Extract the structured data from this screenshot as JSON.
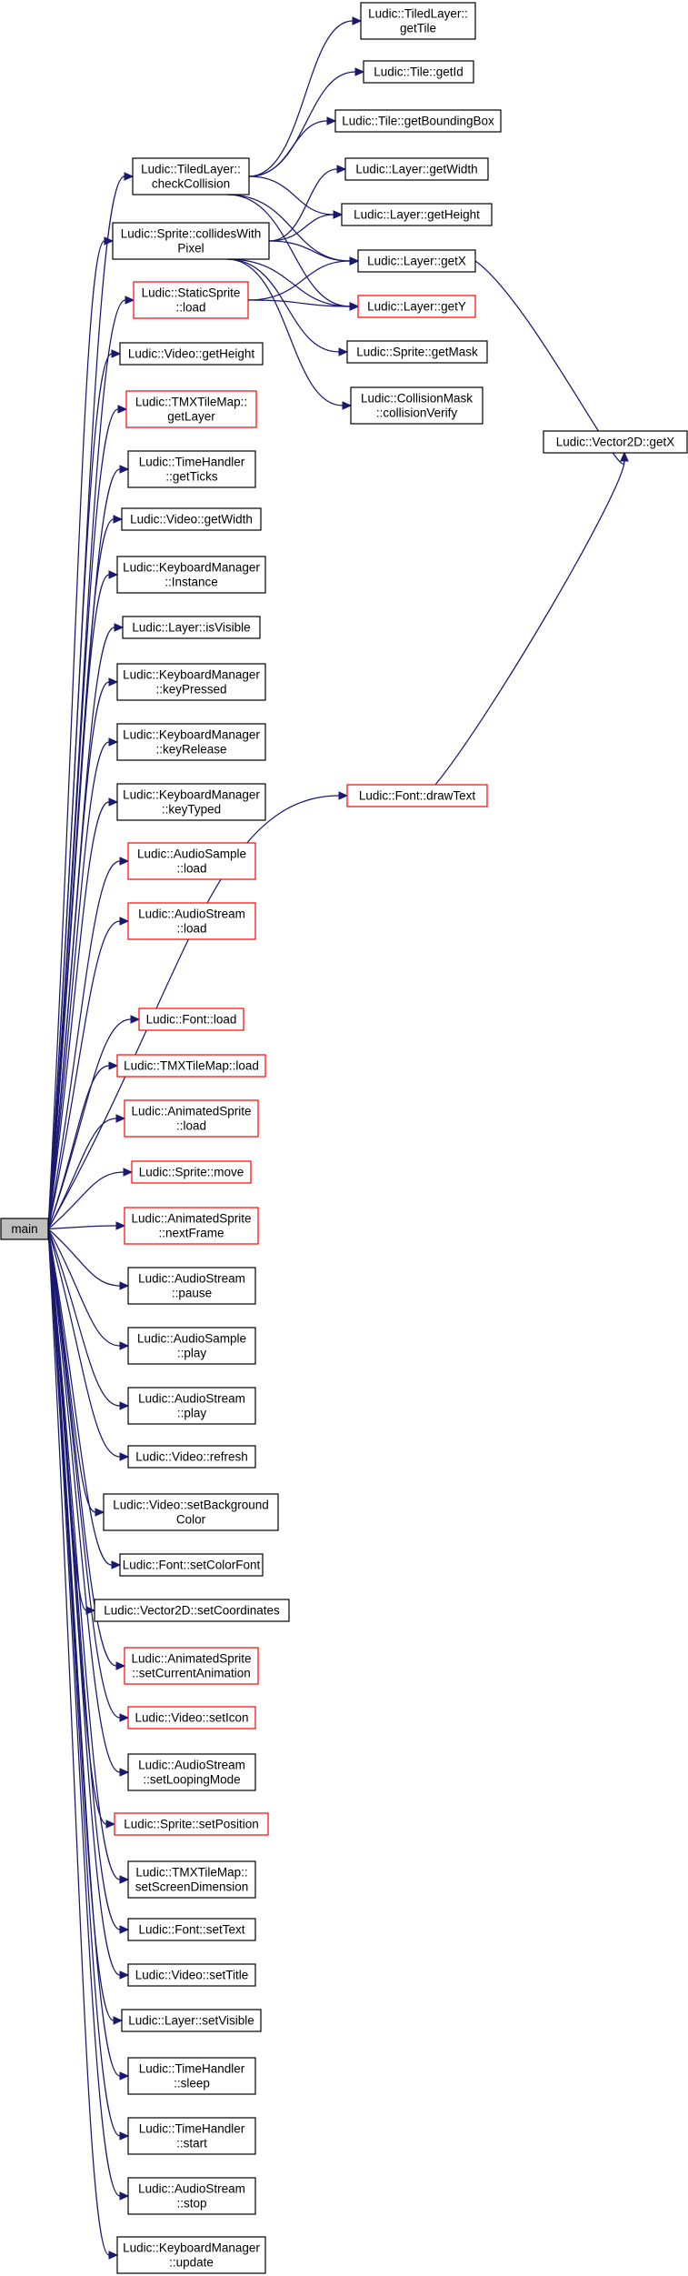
{
  "colors": {
    "edge": "#191970",
    "normal_border": "#000000",
    "truncated_border": "#ff0000",
    "root_fill": "#bfbfbf",
    "node_fill": "#ffffff"
  },
  "nodes": {
    "main": {
      "lines": [
        "main"
      ],
      "kind": "root"
    },
    "tl_gettile": {
      "lines": [
        "Ludic::TiledLayer::",
        "getTile"
      ],
      "kind": "normal"
    },
    "tile_getid": {
      "lines": [
        "Ludic::Tile::getId"
      ],
      "kind": "normal"
    },
    "tile_getbb": {
      "lines": [
        "Ludic::Tile::getBoundingBox"
      ],
      "kind": "normal"
    },
    "tl_check": {
      "lines": [
        "Ludic::TiledLayer::",
        "checkCollision"
      ],
      "kind": "normal"
    },
    "layer_getwidth": {
      "lines": [
        "Ludic::Layer::getWidth"
      ],
      "kind": "normal"
    },
    "sprite_collides": {
      "lines": [
        "Ludic::Sprite::collidesWith",
        "Pixel"
      ],
      "kind": "normal"
    },
    "layer_getheight": {
      "lines": [
        "Ludic::Layer::getHeight"
      ],
      "kind": "normal"
    },
    "layer_getx": {
      "lines": [
        "Ludic::Layer::getX"
      ],
      "kind": "normal"
    },
    "static_load": {
      "lines": [
        "Ludic::StaticSprite",
        "::load"
      ],
      "kind": "truncated"
    },
    "layer_gety": {
      "lines": [
        "Ludic::Layer::getY"
      ],
      "kind": "truncated"
    },
    "sprite_getmask": {
      "lines": [
        "Ludic::Sprite::getMask"
      ],
      "kind": "normal"
    },
    "video_getheight": {
      "lines": [
        "Ludic::Video::getHeight"
      ],
      "kind": "normal"
    },
    "mask_verify": {
      "lines": [
        "Ludic::CollisionMask",
        "::collisionVerify"
      ],
      "kind": "normal"
    },
    "tmx_getlayer": {
      "lines": [
        "Ludic::TMXTileMap::",
        "getLayer"
      ],
      "kind": "truncated"
    },
    "v2d_getx": {
      "lines": [
        "Ludic::Vector2D::getX"
      ],
      "kind": "normal"
    },
    "time_getticks": {
      "lines": [
        "Ludic::TimeHandler",
        "::getTicks"
      ],
      "kind": "normal"
    },
    "video_getwidth": {
      "lines": [
        "Ludic::Video::getWidth"
      ],
      "kind": "normal"
    },
    "kb_instance": {
      "lines": [
        "Ludic::KeyboardManager",
        "::Instance"
      ],
      "kind": "normal"
    },
    "layer_isvisible": {
      "lines": [
        "Ludic::Layer::isVisible"
      ],
      "kind": "normal"
    },
    "kb_keypressed": {
      "lines": [
        "Ludic::KeyboardManager",
        "::keyPressed"
      ],
      "kind": "normal"
    },
    "kb_keyrelease": {
      "lines": [
        "Ludic::KeyboardManager",
        "::keyRelease"
      ],
      "kind": "normal"
    },
    "kb_keytyped": {
      "lines": [
        "Ludic::KeyboardManager",
        "::keyTyped"
      ],
      "kind": "normal"
    },
    "font_drawtext": {
      "lines": [
        "Ludic::Font::drawText"
      ],
      "kind": "truncated"
    },
    "asample_load": {
      "lines": [
        "Ludic::AudioSample",
        "::load"
      ],
      "kind": "truncated"
    },
    "astream_load": {
      "lines": [
        "Ludic::AudioStream",
        "::load"
      ],
      "kind": "truncated"
    },
    "font_load": {
      "lines": [
        "Ludic::Font::load"
      ],
      "kind": "truncated"
    },
    "tmx_load": {
      "lines": [
        "Ludic::TMXTileMap::load"
      ],
      "kind": "truncated"
    },
    "anim_load": {
      "lines": [
        "Ludic::AnimatedSprite",
        "::load"
      ],
      "kind": "truncated"
    },
    "sprite_move": {
      "lines": [
        "Ludic::Sprite::move"
      ],
      "kind": "truncated"
    },
    "anim_nextframe": {
      "lines": [
        "Ludic::AnimatedSprite",
        "::nextFrame"
      ],
      "kind": "truncated"
    },
    "astream_pause": {
      "lines": [
        "Ludic::AudioStream",
        "::pause"
      ],
      "kind": "normal"
    },
    "asample_play": {
      "lines": [
        "Ludic::AudioSample",
        "::play"
      ],
      "kind": "normal"
    },
    "astream_play": {
      "lines": [
        "Ludic::AudioStream",
        "::play"
      ],
      "kind": "normal"
    },
    "video_refresh": {
      "lines": [
        "Ludic::Video::refresh"
      ],
      "kind": "normal"
    },
    "video_setbg": {
      "lines": [
        "Ludic::Video::setBackground",
        "Color"
      ],
      "kind": "normal"
    },
    "font_setcolor": {
      "lines": [
        "Ludic::Font::setColorFont"
      ],
      "kind": "normal"
    },
    "v2d_setcoords": {
      "lines": [
        "Ludic::Vector2D::setCoordinates"
      ],
      "kind": "normal"
    },
    "anim_setcurrent": {
      "lines": [
        "Ludic::AnimatedSprite",
        "::setCurrentAnimation"
      ],
      "kind": "truncated"
    },
    "video_seticon": {
      "lines": [
        "Ludic::Video::setIcon"
      ],
      "kind": "truncated"
    },
    "astream_setloop": {
      "lines": [
        "Ludic::AudioStream",
        "::setLoopingMode"
      ],
      "kind": "normal"
    },
    "sprite_setpos": {
      "lines": [
        "Ludic::Sprite::setPosition"
      ],
      "kind": "truncated"
    },
    "tmx_setscreen": {
      "lines": [
        "Ludic::TMXTileMap::",
        "setScreenDimension"
      ],
      "kind": "normal"
    },
    "font_settext": {
      "lines": [
        "Ludic::Font::setText"
      ],
      "kind": "normal"
    },
    "video_settitle": {
      "lines": [
        "Ludic::Video::setTitle"
      ],
      "kind": "normal"
    },
    "layer_setvisible": {
      "lines": [
        "Ludic::Layer::setVisible"
      ],
      "kind": "normal"
    },
    "time_sleep": {
      "lines": [
        "Ludic::TimeHandler",
        "::sleep"
      ],
      "kind": "normal"
    },
    "time_start": {
      "lines": [
        "Ludic::TimeHandler",
        "::start"
      ],
      "kind": "normal"
    },
    "astream_stop": {
      "lines": [
        "Ludic::AudioStream",
        "::stop"
      ],
      "kind": "normal"
    },
    "kb_update": {
      "lines": [
        "Ludic::KeyboardManager",
        "::update"
      ],
      "kind": "normal"
    }
  },
  "edges": [
    [
      "main",
      "tl_check"
    ],
    [
      "main",
      "sprite_collides"
    ],
    [
      "main",
      "static_load"
    ],
    [
      "main",
      "video_getheight"
    ],
    [
      "main",
      "tmx_getlayer"
    ],
    [
      "main",
      "time_getticks"
    ],
    [
      "main",
      "video_getwidth"
    ],
    [
      "main",
      "kb_instance"
    ],
    [
      "main",
      "layer_isvisible"
    ],
    [
      "main",
      "kb_keypressed"
    ],
    [
      "main",
      "kb_keyrelease"
    ],
    [
      "main",
      "kb_keytyped"
    ],
    [
      "main",
      "asample_load"
    ],
    [
      "main",
      "astream_load"
    ],
    [
      "main",
      "font_drawtext"
    ],
    [
      "main",
      "font_load"
    ],
    [
      "main",
      "tmx_load"
    ],
    [
      "main",
      "anim_load"
    ],
    [
      "main",
      "sprite_move"
    ],
    [
      "main",
      "anim_nextframe"
    ],
    [
      "main",
      "astream_pause"
    ],
    [
      "main",
      "asample_play"
    ],
    [
      "main",
      "astream_play"
    ],
    [
      "main",
      "video_refresh"
    ],
    [
      "main",
      "video_setbg"
    ],
    [
      "main",
      "font_setcolor"
    ],
    [
      "main",
      "v2d_setcoords"
    ],
    [
      "main",
      "anim_setcurrent"
    ],
    [
      "main",
      "video_seticon"
    ],
    [
      "main",
      "astream_setloop"
    ],
    [
      "main",
      "sprite_setpos"
    ],
    [
      "main",
      "tmx_setscreen"
    ],
    [
      "main",
      "font_settext"
    ],
    [
      "main",
      "video_settitle"
    ],
    [
      "main",
      "layer_setvisible"
    ],
    [
      "main",
      "time_sleep"
    ],
    [
      "main",
      "time_start"
    ],
    [
      "main",
      "astream_stop"
    ],
    [
      "main",
      "kb_update"
    ],
    [
      "tl_check",
      "tl_gettile"
    ],
    [
      "tl_check",
      "tile_getid"
    ],
    [
      "tl_check",
      "tile_getbb"
    ],
    [
      "tl_check",
      "layer_getheight"
    ],
    [
      "tl_check",
      "layer_getx"
    ],
    [
      "tl_check",
      "layer_gety"
    ],
    [
      "sprite_collides",
      "layer_getwidth"
    ],
    [
      "sprite_collides",
      "layer_getheight"
    ],
    [
      "sprite_collides",
      "layer_getx"
    ],
    [
      "sprite_collides",
      "layer_gety"
    ],
    [
      "sprite_collides",
      "sprite_getmask"
    ],
    [
      "sprite_collides",
      "mask_verify"
    ],
    [
      "static_load",
      "layer_getx"
    ],
    [
      "static_load",
      "layer_gety"
    ],
    [
      "layer_getx",
      "v2d_getx"
    ],
    [
      "font_drawtext",
      "v2d_getx"
    ]
  ]
}
